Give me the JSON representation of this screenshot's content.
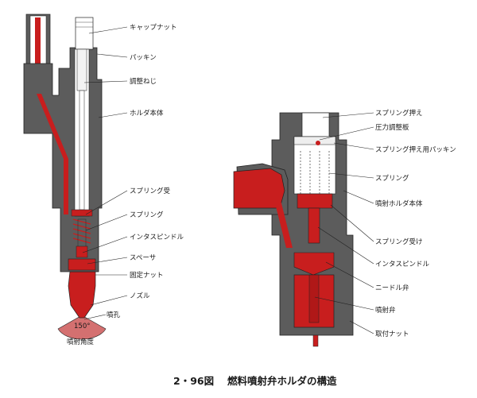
{
  "left_labels": [
    "キャップナット",
    "パッキン",
    "調整ねじ",
    "ホルダ本体",
    "スプリング受",
    "スプリング",
    "インタスピンドル",
    "スペーサ",
    "固定ナット",
    "ノズル",
    "噴孔",
    "噴射角度"
  ],
  "spray_angle": "150°",
  "right_labels": [
    "スプリング押え",
    "圧力調整板",
    "スプリング押え用パッキン",
    "スプリング",
    "噴射ホルダ本体",
    "スプリング受け",
    "インタスピンドル",
    "ニードル弁",
    "噴射弁",
    "取付ナット"
  ],
  "caption_number": "2・96図",
  "caption_title": "燃料噴射弁ホルダの構造",
  "colors": {
    "body": "#5c5c5c",
    "red": "#c81e1e",
    "outline": "#222222"
  }
}
